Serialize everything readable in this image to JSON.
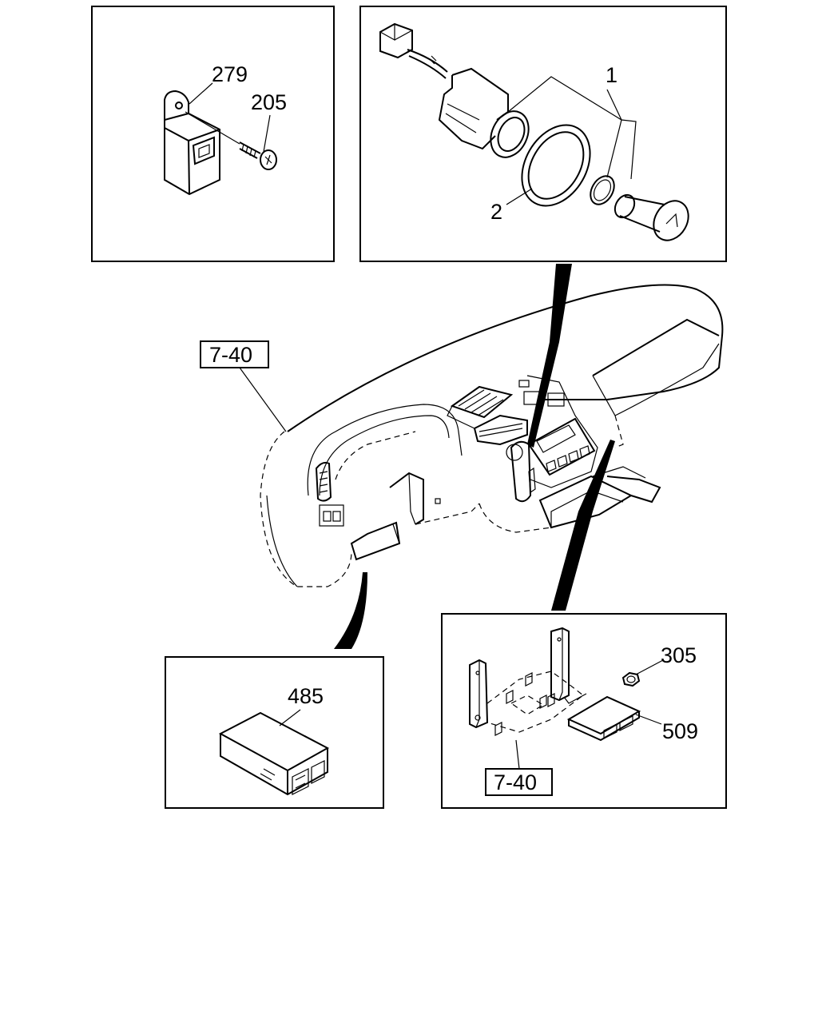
{
  "callouts": {
    "p279": "279",
    "p205": "205",
    "p1": "1",
    "p2": "2",
    "p485": "485",
    "p305": "305",
    "p509": "509"
  },
  "references": {
    "main_ref": "7-40",
    "bracket_ref": "7-40"
  },
  "colors": {
    "line": "#000000",
    "background": "#ffffff"
  }
}
